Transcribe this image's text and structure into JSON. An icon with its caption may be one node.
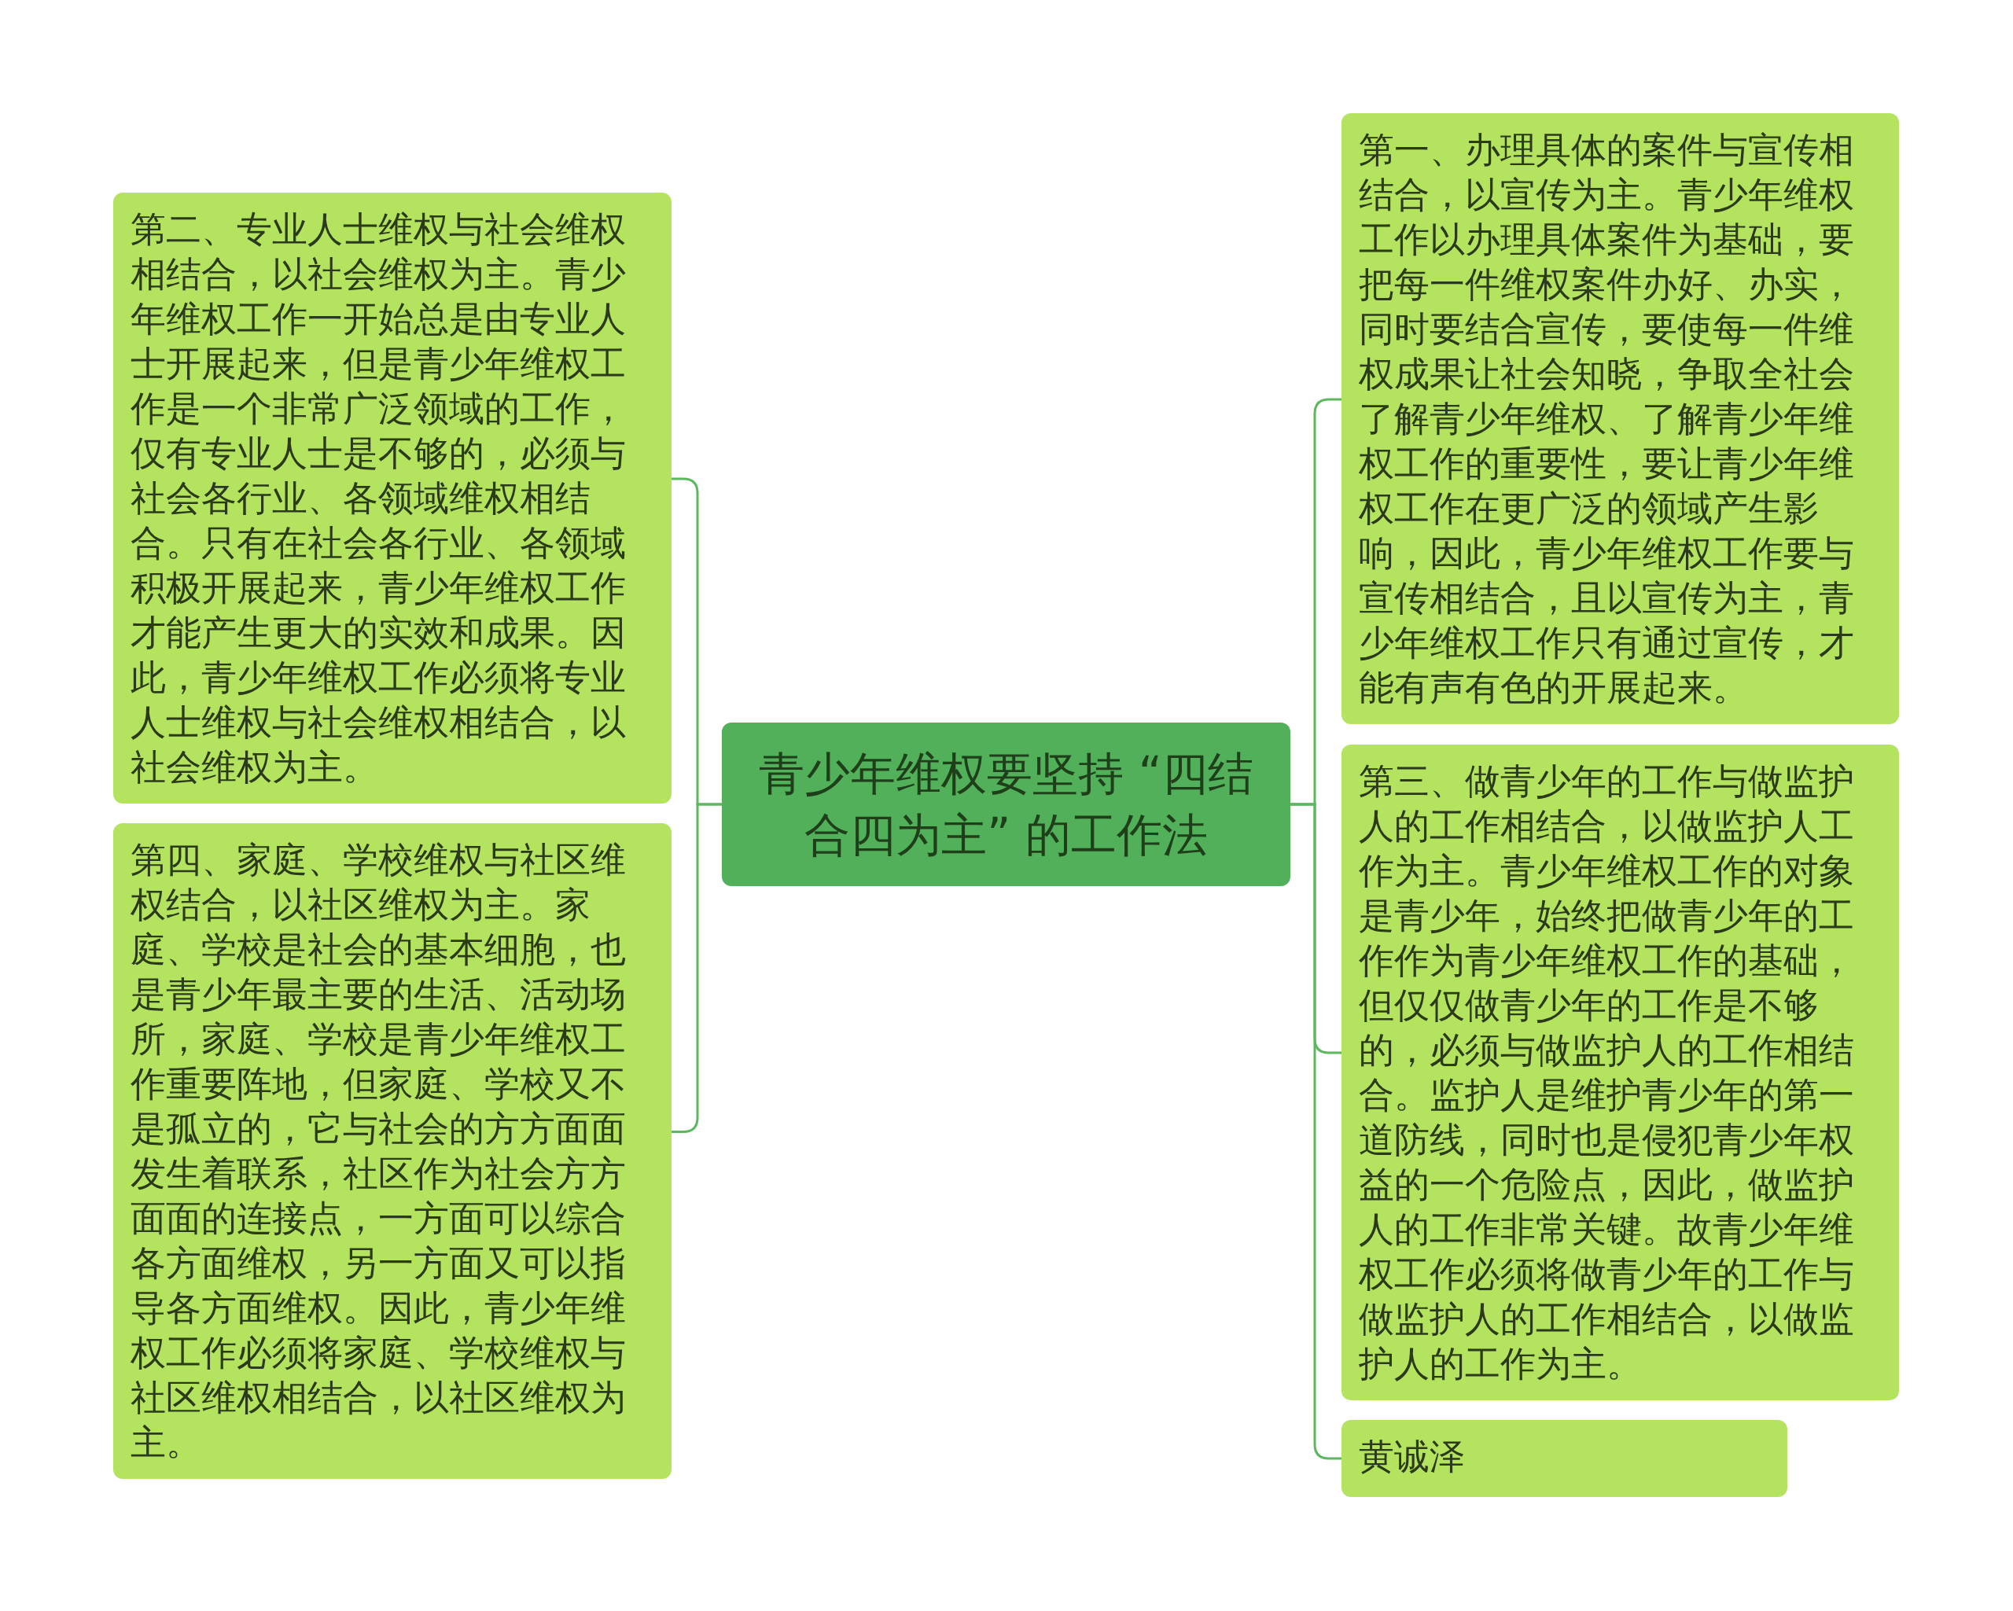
{
  "diagram": {
    "nodes": [
      {
        "text": [
          "青少年维权要坚持 “四结合四为主” 的工作法"
        ]
      },
      {
        "text": [
          "第二、专业人士维权与社会维权相结合，以社会维权为主。青少年维权工作一开始总是由专业人士开展起来，但是青少年维权工作是一个非常广泛领域的工作，仅有专业人士是不够的，必须与社会各行业、各领域维权相结合。只有在社会各行业、各领域积极开展起来，青少年维权工作才能产生更大的实效和成果。因此，青少年维权工作必须将专业人士维权与社会维权相结合，以社会维权为主。"
        ]
      },
      {
        "text": [
          "第四、家庭、学校维权与社区维权结合，以社区维权为主。家庭、学校是社会的基本细胞，也是青少年最主要的生活、活动场所，家庭、学校是青少年维权工作重要阵地，但家庭、学校又不是孤立的，它与社会的方方面面发生着联系，社区作为社会方方面面的连接点，一方面可以综合各方面维权，另一方面又可以指导各方面维权。因此，青少年维权工作必须将家庭、学校维权与社区维权相结合，以社区维权为主。"
        ]
      },
      {
        "text": [
          "第一、办理具体的案件与宣传相结合，以宣传为主。青少年维权工作以办理具体案件为基础，要把每一件维权案件办好、办实，同时要结合宣传，要使每一件维权成果让社会知晓，争取全社会了解青少年维权、了解青少年维权工作的重要性，要让青少年维权工作在更广泛的领域产生影响，因此，青少年维权工作要与宣传相结合，且以宣传为主，青少年维权工作只有通过宣传，才能有声有色的开展起来。"
        ]
      },
      {
        "text": [
          "第三、做青少年的工作与做监护人的工作相结合，以做监护人工作为主。青少年维权工作的对象是青少年，始终把做青少年的工作作为青少年维权工作的基础，但仅仅做青少年的工作是不够的，必须与做监护人的工作相结合。监护人是维护青少年的第一道防线，同时也是侵犯青少年权益的一个危险点，因此，做监护人的工作非常关键。故青少年维权工作必须将做青少年的工作与做监护人的工作相结合，以做监护人的工作为主。"
        ]
      },
      {
        "text": [
          "黄诚泽"
        ]
      }
    ],
    "edges": [
      {
        "from": 0,
        "to": 1,
        "arrow": "none"
      },
      {
        "from": 0,
        "to": 2,
        "arrow": "none"
      },
      {
        "from": 0,
        "to": 3,
        "arrow": "none"
      },
      {
        "from": 0,
        "to": 4,
        "arrow": "none"
      },
      {
        "from": 0,
        "to": 5,
        "arrow": "none"
      }
    ]
  }
}
